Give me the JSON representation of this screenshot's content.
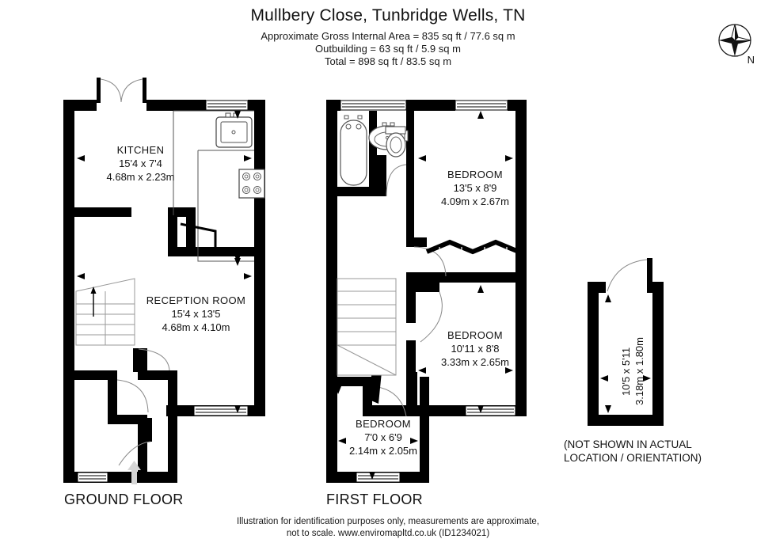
{
  "header": {
    "title": "Mullbery Close, Tunbridge Wells, TN",
    "area_line1": "Approximate Gross Internal Area = 835 sq ft / 77.6 sq m",
    "area_line2": "Outbuilding = 63 sq ft / 5.9 sq m",
    "area_line3": "Total = 898 sq ft / 83.5 sq m"
  },
  "compass": {
    "icon": "compass-rose-icon",
    "north_label": "N"
  },
  "floors": [
    {
      "id": "ground",
      "label": "GROUND FLOOR",
      "rooms": [
        {
          "id": "kitchen",
          "name": "KITCHEN",
          "imperial": "15'4 x 7'4",
          "metric": "4.68m x 2.23m"
        },
        {
          "id": "reception-room",
          "name": "RECEPTION ROOM",
          "imperial": "15'4 x 13'5",
          "metric": "4.68m x 4.10m"
        }
      ]
    },
    {
      "id": "first",
      "label": "FIRST FLOOR",
      "rooms": [
        {
          "id": "bedroom-1",
          "name": "BEDROOM",
          "imperial": "13'5 x 8'9",
          "metric": "4.09m x 2.67m"
        },
        {
          "id": "bedroom-2",
          "name": "BEDROOM",
          "imperial": "10'11 x 8'8",
          "metric": "3.33m x 2.65m"
        },
        {
          "id": "bedroom-3",
          "name": "BEDROOM",
          "imperial": "7'0 x 6'9",
          "metric": "2.14m x 2.05m"
        }
      ]
    }
  ],
  "outbuilding": {
    "imperial": "10'5 x 5'11",
    "metric": "3.18m x 1.80m",
    "note_line1": "(NOT SHOWN IN ACTUAL",
    "note_line2": "LOCATION / ORIENTATION)"
  },
  "footer": {
    "line1": "Illustration for identification purposes only, measurements are approximate,",
    "line2": "not to scale. www.enviromapltd.co.uk (ID1234021)"
  },
  "colors": {
    "wall": "#000000",
    "background": "#ffffff",
    "fixture_stroke": "#444444",
    "entry_arrow": "#d6d6d6"
  }
}
